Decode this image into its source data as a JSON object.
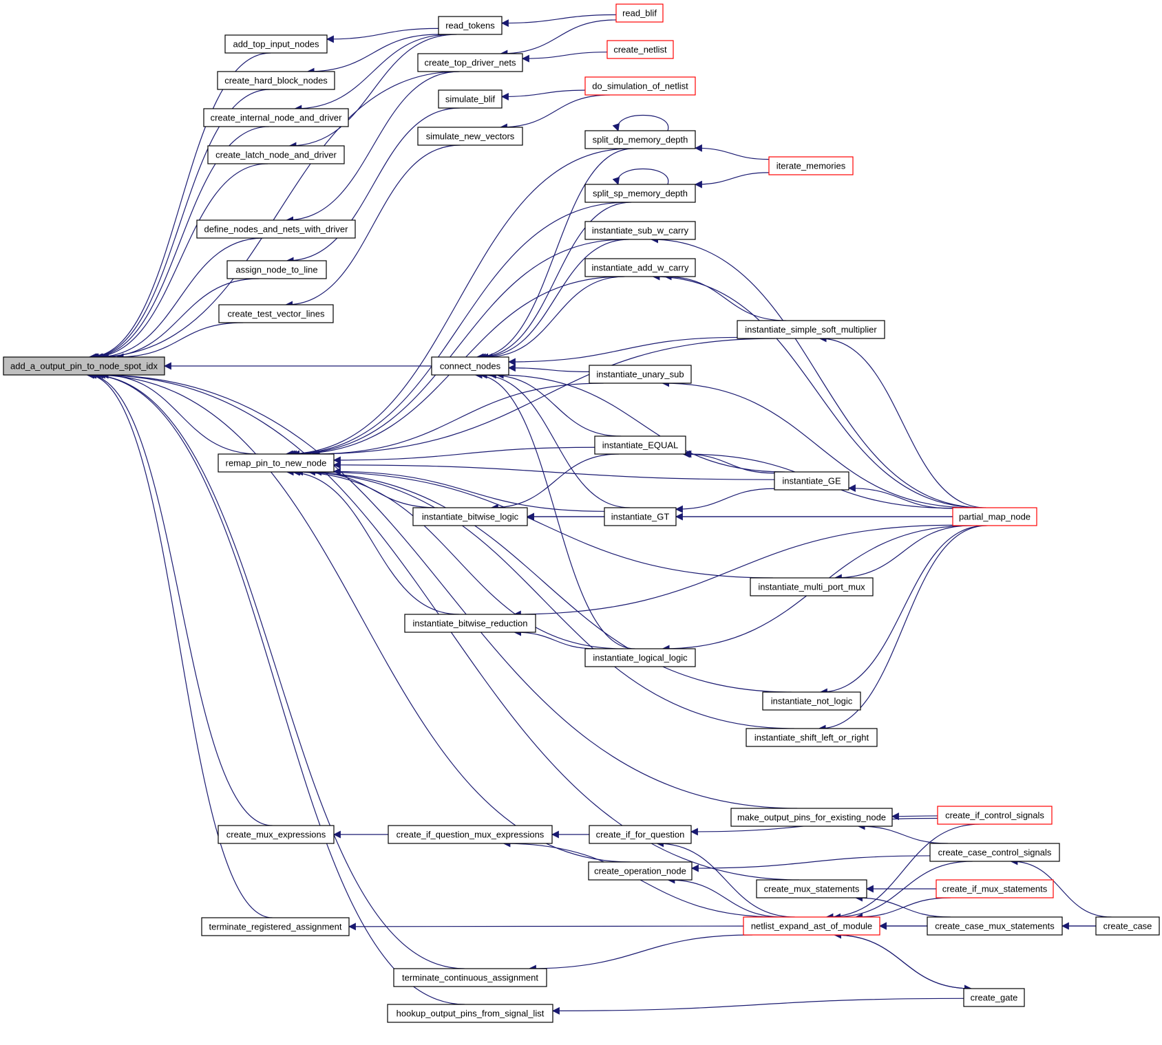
{
  "graph": {
    "colors": {
      "edge": "#191970",
      "node_border": "#000000",
      "node_border_truncated": "#ff0000",
      "focus_fill": "#bfbfbf",
      "node_fill": "#ffffff",
      "text": "#000000"
    },
    "edge_direction": "arrowhead points at the called function (callee is left)",
    "nodes": {
      "add_a_output_pin_to_node_spot_idx": {
        "label": "add_a_output_pin_to_node_spot_idx",
        "style": "focus"
      },
      "add_top_input_nodes": {
        "label": "add_top_input_nodes",
        "style": "normal"
      },
      "create_hard_block_nodes": {
        "label": "create_hard_block_nodes",
        "style": "normal"
      },
      "create_internal_node_and_driver": {
        "label": "create_internal_node_and_driver",
        "style": "normal"
      },
      "create_latch_node_and_driver": {
        "label": "create_latch_node_and_driver",
        "style": "normal"
      },
      "define_nodes_and_nets_with_driver": {
        "label": "define_nodes_and_nets_with_driver",
        "style": "normal"
      },
      "assign_node_to_line": {
        "label": "assign_node_to_line",
        "style": "normal"
      },
      "create_test_vector_lines": {
        "label": "create_test_vector_lines",
        "style": "normal"
      },
      "remap_pin_to_new_node": {
        "label": "remap_pin_to_new_node",
        "style": "normal"
      },
      "create_mux_expressions": {
        "label": "create_mux_expressions",
        "style": "normal"
      },
      "terminate_registered_assignment": {
        "label": "terminate_registered_assignment",
        "style": "normal"
      },
      "read_tokens": {
        "label": "read_tokens",
        "style": "normal"
      },
      "create_top_driver_nets": {
        "label": "create_top_driver_nets",
        "style": "normal"
      },
      "simulate_blif": {
        "label": "simulate_blif",
        "style": "normal"
      },
      "simulate_new_vectors": {
        "label": "simulate_new_vectors",
        "style": "normal"
      },
      "connect_nodes": {
        "label": "connect_nodes",
        "style": "normal"
      },
      "instantiate_bitwise_logic": {
        "label": "instantiate_bitwise_logic",
        "style": "normal"
      },
      "instantiate_bitwise_reduction": {
        "label": "instantiate_bitwise_reduction",
        "style": "normal"
      },
      "create_if_question_mux_expressions": {
        "label": "create_if_question_mux_expressions",
        "style": "normal"
      },
      "terminate_continuous_assignment": {
        "label": "terminate_continuous_assignment",
        "style": "normal"
      },
      "hookup_output_pins_from_signal_list": {
        "label": "hookup_output_pins_from_signal_list",
        "style": "normal"
      },
      "read_blif": {
        "label": "read_blif",
        "style": "truncated"
      },
      "create_netlist": {
        "label": "create_netlist",
        "style": "truncated"
      },
      "do_simulation_of_netlist": {
        "label": "do_simulation_of_netlist",
        "style": "truncated"
      },
      "split_dp_memory_depth": {
        "label": "split_dp_memory_depth",
        "style": "normal"
      },
      "split_sp_memory_depth": {
        "label": "split_sp_memory_depth",
        "style": "normal"
      },
      "instantiate_sub_w_carry": {
        "label": "instantiate_sub_w_carry",
        "style": "normal"
      },
      "instantiate_add_w_carry": {
        "label": "instantiate_add_w_carry",
        "style": "normal"
      },
      "instantiate_unary_sub": {
        "label": "instantiate_unary_sub",
        "style": "normal"
      },
      "instantiate_EQUAL": {
        "label": "instantiate_EQUAL",
        "style": "normal"
      },
      "instantiate_GT": {
        "label": "instantiate_GT",
        "style": "normal"
      },
      "instantiate_logical_logic": {
        "label": "instantiate_logical_logic",
        "style": "normal"
      },
      "create_if_for_question": {
        "label": "create_if_for_question",
        "style": "normal"
      },
      "create_operation_node": {
        "label": "create_operation_node",
        "style": "normal"
      },
      "iterate_memories": {
        "label": "iterate_memories",
        "style": "truncated"
      },
      "instantiate_simple_soft_multiplier": {
        "label": "instantiate_simple_soft_multiplier",
        "style": "normal"
      },
      "instantiate_GE": {
        "label": "instantiate_GE",
        "style": "normal"
      },
      "instantiate_multi_port_mux": {
        "label": "instantiate_multi_port_mux",
        "style": "normal"
      },
      "instantiate_not_logic": {
        "label": "instantiate_not_logic",
        "style": "normal"
      },
      "instantiate_shift_left_or_right": {
        "label": "instantiate_shift_left_or_right",
        "style": "normal"
      },
      "make_output_pins_for_existing_node": {
        "label": "make_output_pins_for_existing_node",
        "style": "normal"
      },
      "create_mux_statements": {
        "label": "create_mux_statements",
        "style": "normal"
      },
      "netlist_expand_ast_of_module": {
        "label": "netlist_expand_ast_of_module",
        "style": "truncated"
      },
      "partial_map_node": {
        "label": "partial_map_node",
        "style": "truncated"
      },
      "create_if_control_signals": {
        "label": "create_if_control_signals",
        "style": "truncated"
      },
      "create_case_control_signals": {
        "label": "create_case_control_signals",
        "style": "normal"
      },
      "create_if_mux_statements": {
        "label": "create_if_mux_statements",
        "style": "truncated"
      },
      "create_case_mux_statements": {
        "label": "create_case_mux_statements",
        "style": "normal"
      },
      "create_gate": {
        "label": "create_gate",
        "style": "normal"
      },
      "create_case": {
        "label": "create_case",
        "style": "normal"
      }
    },
    "edges": [
      [
        "add_a_output_pin_to_node_spot_idx",
        "add_top_input_nodes"
      ],
      [
        "add_a_output_pin_to_node_spot_idx",
        "create_hard_block_nodes"
      ],
      [
        "add_a_output_pin_to_node_spot_idx",
        "create_internal_node_and_driver"
      ],
      [
        "add_a_output_pin_to_node_spot_idx",
        "create_latch_node_and_driver"
      ],
      [
        "add_a_output_pin_to_node_spot_idx",
        "create_top_driver_nets"
      ],
      [
        "add_a_output_pin_to_node_spot_idx",
        "define_nodes_and_nets_with_driver"
      ],
      [
        "add_a_output_pin_to_node_spot_idx",
        "assign_node_to_line"
      ],
      [
        "add_a_output_pin_to_node_spot_idx",
        "create_test_vector_lines"
      ],
      [
        "add_a_output_pin_to_node_spot_idx",
        "connect_nodes"
      ],
      [
        "add_a_output_pin_to_node_spot_idx",
        "remap_pin_to_new_node"
      ],
      [
        "add_a_output_pin_to_node_spot_idx",
        "make_output_pins_for_existing_node"
      ],
      [
        "add_a_output_pin_to_node_spot_idx",
        "create_mux_expressions"
      ],
      [
        "add_a_output_pin_to_node_spot_idx",
        "create_operation_node"
      ],
      [
        "add_a_output_pin_to_node_spot_idx",
        "create_mux_statements"
      ],
      [
        "add_a_output_pin_to_node_spot_idx",
        "terminate_registered_assignment"
      ],
      [
        "add_a_output_pin_to_node_spot_idx",
        "terminate_continuous_assignment"
      ],
      [
        "add_a_output_pin_to_node_spot_idx",
        "hookup_output_pins_from_signal_list"
      ],
      [
        "add_top_input_nodes",
        "read_tokens"
      ],
      [
        "create_hard_block_nodes",
        "read_tokens"
      ],
      [
        "create_internal_node_and_driver",
        "read_tokens"
      ],
      [
        "create_latch_node_and_driver",
        "read_tokens"
      ],
      [
        "define_nodes_and_nets_with_driver",
        "create_top_driver_nets"
      ],
      [
        "assign_node_to_line",
        "simulate_blif"
      ],
      [
        "create_test_vector_lines",
        "simulate_new_vectors"
      ],
      [
        "read_tokens",
        "read_blif"
      ],
      [
        "create_top_driver_nets",
        "read_blif"
      ],
      [
        "create_top_driver_nets",
        "create_netlist"
      ],
      [
        "simulate_blif",
        "do_simulation_of_netlist"
      ],
      [
        "simulate_new_vectors",
        "do_simulation_of_netlist"
      ],
      [
        "split_dp_memory_depth",
        "split_dp_memory_depth"
      ],
      [
        "split_sp_memory_depth",
        "split_sp_memory_depth"
      ],
      [
        "split_dp_memory_depth",
        "iterate_memories"
      ],
      [
        "split_sp_memory_depth",
        "iterate_memories"
      ],
      [
        "remap_pin_to_new_node",
        "split_dp_memory_depth"
      ],
      [
        "remap_pin_to_new_node",
        "split_sp_memory_depth"
      ],
      [
        "remap_pin_to_new_node",
        "instantiate_sub_w_carry"
      ],
      [
        "remap_pin_to_new_node",
        "instantiate_add_w_carry"
      ],
      [
        "remap_pin_to_new_node",
        "instantiate_simple_soft_multiplier"
      ],
      [
        "remap_pin_to_new_node",
        "instantiate_unary_sub"
      ],
      [
        "remap_pin_to_new_node",
        "instantiate_EQUAL"
      ],
      [
        "remap_pin_to_new_node",
        "instantiate_GE"
      ],
      [
        "remap_pin_to_new_node",
        "instantiate_bitwise_logic"
      ],
      [
        "remap_pin_to_new_node",
        "instantiate_GT"
      ],
      [
        "remap_pin_to_new_node",
        "instantiate_multi_port_mux"
      ],
      [
        "remap_pin_to_new_node",
        "instantiate_bitwise_reduction"
      ],
      [
        "remap_pin_to_new_node",
        "instantiate_logical_logic"
      ],
      [
        "remap_pin_to_new_node",
        "instantiate_not_logic"
      ],
      [
        "remap_pin_to_new_node",
        "instantiate_shift_left_or_right"
      ],
      [
        "connect_nodes",
        "split_dp_memory_depth"
      ],
      [
        "connect_nodes",
        "split_sp_memory_depth"
      ],
      [
        "connect_nodes",
        "instantiate_sub_w_carry"
      ],
      [
        "connect_nodes",
        "instantiate_add_w_carry"
      ],
      [
        "connect_nodes",
        "instantiate_simple_soft_multiplier"
      ],
      [
        "connect_nodes",
        "instantiate_unary_sub"
      ],
      [
        "connect_nodes",
        "instantiate_EQUAL"
      ],
      [
        "connect_nodes",
        "instantiate_GE"
      ],
      [
        "connect_nodes",
        "instantiate_GT"
      ],
      [
        "connect_nodes",
        "instantiate_logical_logic"
      ],
      [
        "instantiate_sub_w_carry",
        "partial_map_node"
      ],
      [
        "instantiate_add_w_carry",
        "instantiate_simple_soft_multiplier"
      ],
      [
        "instantiate_add_w_carry",
        "partial_map_node"
      ],
      [
        "instantiate_simple_soft_multiplier",
        "partial_map_node"
      ],
      [
        "instantiate_unary_sub",
        "partial_map_node"
      ],
      [
        "instantiate_EQUAL",
        "instantiate_GE"
      ],
      [
        "instantiate_EQUAL",
        "partial_map_node"
      ],
      [
        "instantiate_bitwise_logic",
        "instantiate_EQUAL"
      ],
      [
        "instantiate_bitwise_logic",
        "instantiate_GT"
      ],
      [
        "instantiate_bitwise_logic",
        "partial_map_node"
      ],
      [
        "instantiate_GT",
        "instantiate_GE"
      ],
      [
        "instantiate_GT",
        "partial_map_node"
      ],
      [
        "instantiate_GE",
        "partial_map_node"
      ],
      [
        "instantiate_multi_port_mux",
        "partial_map_node"
      ],
      [
        "instantiate_bitwise_reduction",
        "instantiate_logical_logic"
      ],
      [
        "instantiate_bitwise_reduction",
        "partial_map_node"
      ],
      [
        "instantiate_logical_logic",
        "partial_map_node"
      ],
      [
        "instantiate_not_logic",
        "partial_map_node"
      ],
      [
        "instantiate_shift_left_or_right",
        "partial_map_node"
      ],
      [
        "create_mux_expressions",
        "create_if_question_mux_expressions"
      ],
      [
        "create_if_question_mux_expressions",
        "create_if_for_question"
      ],
      [
        "create_if_question_mux_expressions",
        "netlist_expand_ast_of_module"
      ],
      [
        "create_if_for_question",
        "create_if_control_signals"
      ],
      [
        "create_if_for_question",
        "netlist_expand_ast_of_module"
      ],
      [
        "create_operation_node",
        "create_case_control_signals"
      ],
      [
        "create_operation_node",
        "netlist_expand_ast_of_module"
      ],
      [
        "make_output_pins_for_existing_node",
        "create_if_control_signals"
      ],
      [
        "make_output_pins_for_existing_node",
        "create_case_control_signals"
      ],
      [
        "create_mux_statements",
        "create_if_mux_statements"
      ],
      [
        "create_mux_statements",
        "create_case_mux_statements"
      ],
      [
        "netlist_expand_ast_of_module",
        "create_if_control_signals"
      ],
      [
        "netlist_expand_ast_of_module",
        "create_case_control_signals"
      ],
      [
        "netlist_expand_ast_of_module",
        "create_if_mux_statements"
      ],
      [
        "netlist_expand_ast_of_module",
        "create_case_mux_statements"
      ],
      [
        "netlist_expand_ast_of_module",
        "create_case"
      ],
      [
        "netlist_expand_ast_of_module",
        "create_gate"
      ],
      [
        "create_gate",
        "netlist_expand_ast_of_module"
      ],
      [
        "terminate_registered_assignment",
        "netlist_expand_ast_of_module"
      ],
      [
        "terminate_continuous_assignment",
        "netlist_expand_ast_of_module"
      ],
      [
        "hookup_output_pins_from_signal_list",
        "create_gate"
      ],
      [
        "create_case_control_signals",
        "create_case"
      ],
      [
        "create_case_mux_statements",
        "create_case"
      ]
    ]
  }
}
